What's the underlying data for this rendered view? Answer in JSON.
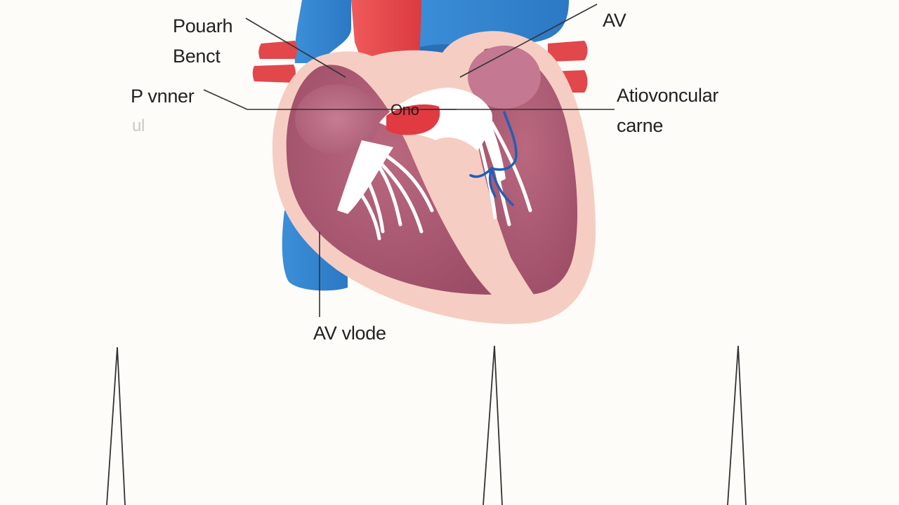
{
  "labels": {
    "pouarh": "Pouarh",
    "benct": "Benct",
    "p_vnner": "P vnner",
    "faded_ul": "ul",
    "av_top": "AV",
    "atiovoncular": "Atiovoncular",
    "carne": "carne",
    "center": "Ono",
    "av_vlode": "AV vlode"
  },
  "colors": {
    "background": "#fdfcf8",
    "myocardium_outer": "#f7cfc6",
    "myocardium_inner": "#a8566e",
    "aorta_red": "#e34a4f",
    "vena_blue": "#3a8ed6",
    "valve_white": "#ffffff",
    "leader_line": "#333333",
    "ecg_line": "#333333"
  }
}
